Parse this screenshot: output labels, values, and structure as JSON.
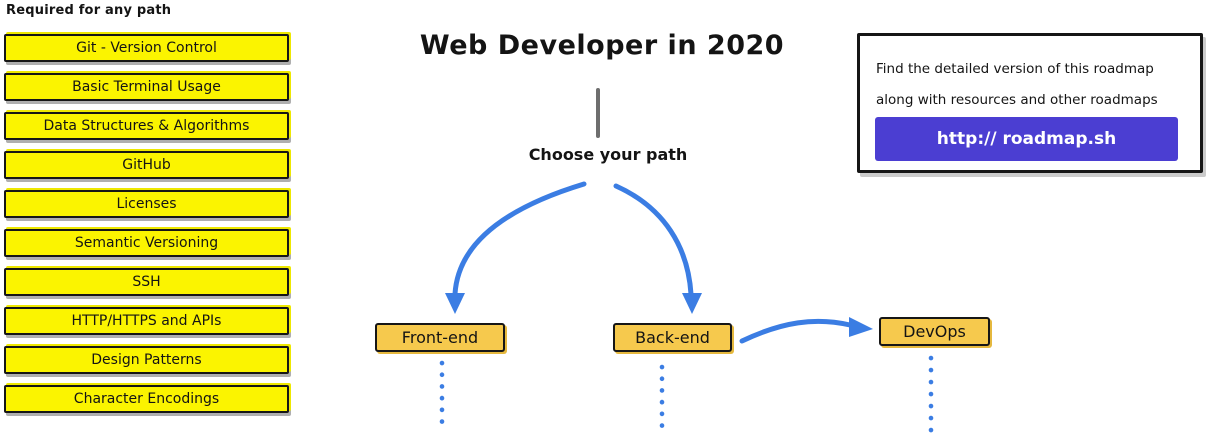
{
  "left_panel": {
    "heading": "Required for any path",
    "items": [
      "Git - Version Control",
      "Basic Terminal Usage",
      "Data Structures & Algorithms",
      "GitHub",
      "Licenses",
      "Semantic Versioning",
      "SSH",
      "HTTP/HTTPS and APIs",
      "Design Patterns",
      "Character Encodings"
    ]
  },
  "center": {
    "title": "Web Developer in 2020",
    "choose_label": "Choose your path",
    "paths": [
      "Front-end",
      "Back-end",
      "DevOps"
    ]
  },
  "info_box": {
    "line1": "Find the detailed version of this roadmap",
    "line2": "along with resources and other roadmaps",
    "button_label": "http:// roadmap.sh"
  },
  "colors": {
    "required_fill": "#FBF400",
    "path_fill": "#F6C94D",
    "arrow_blue": "#3B7DE3",
    "button_purple": "#4B3ED2",
    "line_gray": "#6E6E6E"
  }
}
